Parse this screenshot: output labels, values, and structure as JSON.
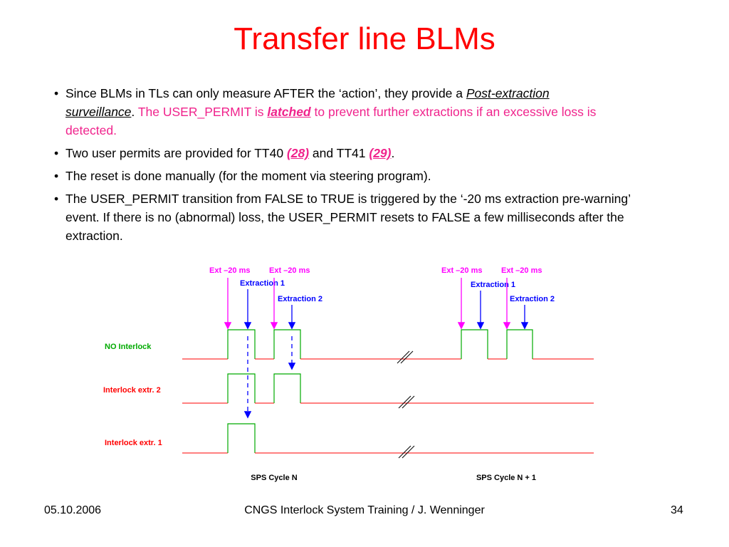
{
  "slide": {
    "title": "Transfer line BLMs",
    "bullets": {
      "b1": {
        "p1": "Since BLMs in TLs can only measure AFTER the ‘action’, they provide a ",
        "p2_line1": "Post-extraction",
        "p2_line2": "surveillance",
        "p3": ". ",
        "p4": "The USER_PERMIT is ",
        "p5": "latched",
        "p6": " to prevent further extractions if an excessive loss is detected."
      },
      "b2": {
        "p1": "Two user permits are provided for TT40 ",
        "ref1": "(28)",
        "p2": "  and TT41 ",
        "ref2": "(29)",
        "p3": "."
      },
      "b3": "The reset is done manually (for the moment via steering program).",
      "b4": "The USER_PERMIT transition from FALSE to TRUE is triggered by the ‘-20 ms extraction pre-warning’ event. If there is no (abnormal) loss, the USER_PERMIT resets to FALSE a few milliseconds after the extraction."
    }
  },
  "diagram": {
    "events": {
      "ext_20ms": "Ext –20 ms",
      "extraction1": "Extraction 1",
      "extraction2": "Extraction 2"
    },
    "rows": [
      "NO Interlock",
      "Interlock extr. 2",
      "Interlock extr. 1"
    ],
    "cycles": [
      "SPS Cycle N",
      "SPS Cycle N + 1"
    ],
    "colors": {
      "event_pre": "#ff00ff",
      "event_extraction": "#0000ff",
      "pulse": "#00aa00",
      "baseline": "#ff0000",
      "row_no_interlock": "#00aa00",
      "row_interlock": "#ff0000"
    }
  },
  "footer": {
    "date": "05.10.2006",
    "center": "CNGS Interlock System Training / J. Wenninger",
    "page": "34"
  }
}
